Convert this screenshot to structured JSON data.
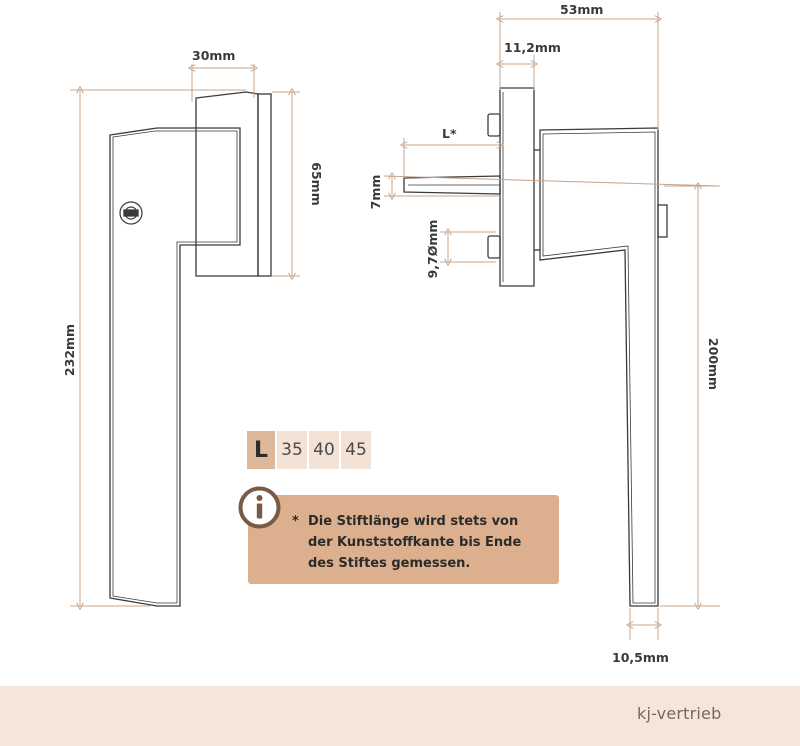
{
  "dimensions": {
    "top_depth_left": "30mm",
    "height_left": "232mm",
    "rosette_height": "65mm",
    "depth_total": "53mm",
    "rosette_thickness": "11,2mm",
    "pin_length_label": "L*",
    "pin_square": "7mm",
    "screw_spacing": "9,7Ømm",
    "lever_length": "200mm",
    "lever_width": "10,5mm"
  },
  "pin_table": {
    "header": "L",
    "values": [
      "35",
      "40",
      "45"
    ]
  },
  "info": {
    "icon": "info-icon",
    "star": "*",
    "lines": [
      "Die Stiftlänge wird stets von",
      "der Kunststoffkante bis Ende",
      "des Stiftes gemessen."
    ]
  },
  "footer": {
    "brand": "kj-vertrieb"
  },
  "colors": {
    "dimension_line": "#c9a48a",
    "outline": "#3a3a3a",
    "info_box": "#dcb08e",
    "table_header": "#deb89b",
    "table_cell": "#f3e3d6",
    "footer_band": "#f4e6da",
    "brand_text": "#7e6656"
  }
}
